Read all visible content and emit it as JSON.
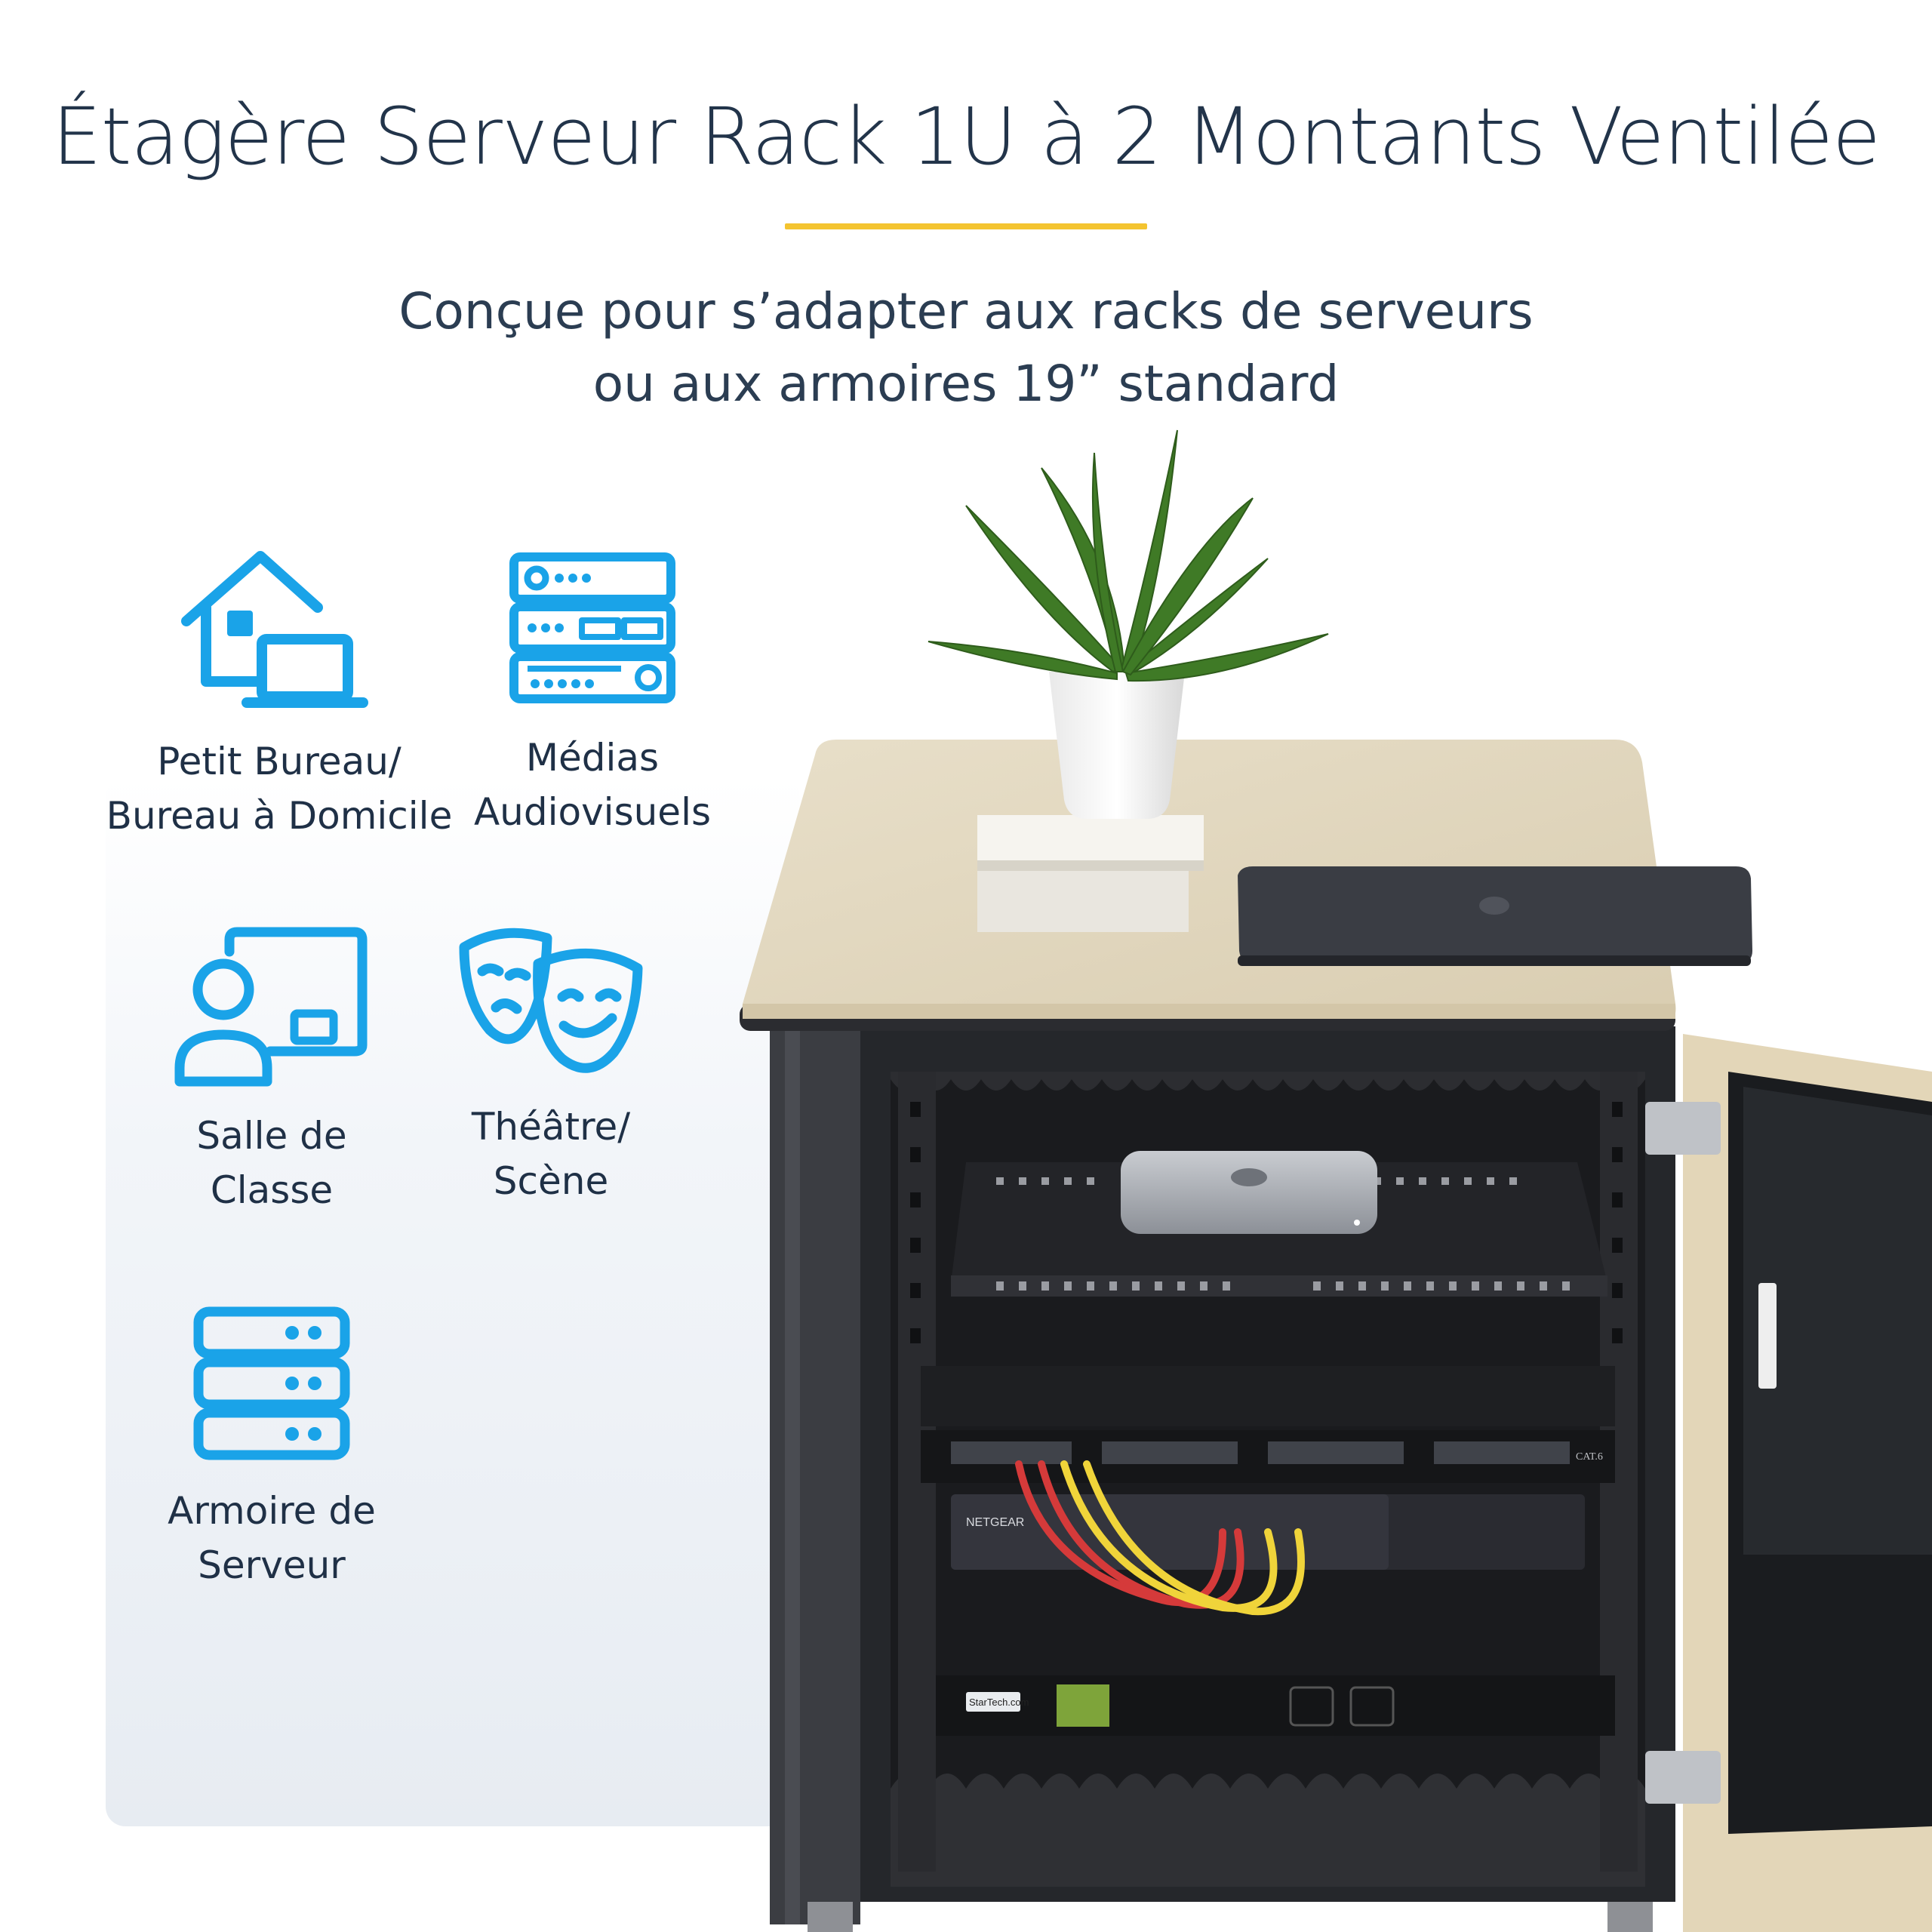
{
  "header": {
    "title": "Étagère Serveur Rack 1U à 2 Montants Ventilée",
    "subtitle_line1": "Conçue pour s’adapter aux racks de serveurs",
    "subtitle_line2": "ou aux armoires 19” standard"
  },
  "colors": {
    "accent_yellow": "#f4c430",
    "icon_blue": "#1aa3e8",
    "text_dark": "#1f3046"
  },
  "use_cases": [
    {
      "icon": "home-office-icon",
      "line1": "Petit Bureau/",
      "line2": "Bureau à Domicile"
    },
    {
      "icon": "av-media-icon",
      "line1": "Médias",
      "line2": "Audiovisuels"
    },
    {
      "icon": "classroom-icon",
      "line1": "Salle de",
      "line2": "Classe"
    },
    {
      "icon": "theater-masks-icon",
      "line1": "Théâtre/",
      "line2": "Scène"
    },
    {
      "icon": "server-cabinet-icon",
      "line1": "Armoire de",
      "line2": "Serveur"
    }
  ],
  "product_labels": {
    "switch_brand": "NETGEAR",
    "pdu_brand": "StarTech.com",
    "patch_panel_label": "CAT.6"
  }
}
